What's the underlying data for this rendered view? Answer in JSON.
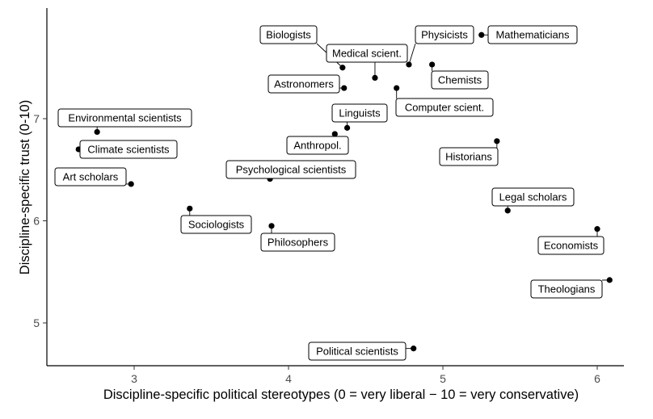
{
  "chart_data": {
    "type": "scatter",
    "title": "",
    "xlabel": "Discipline-specific political stereotypes (0 = very liberal − 10 = very conservative)",
    "ylabel": "Discipline-specific trust (0-10)",
    "xlim": [
      2.45,
      6.1
    ],
    "ylim": [
      4.6,
      7.99
    ],
    "xticks": [
      "3",
      "4",
      "5",
      "6"
    ],
    "yticks": [
      "5",
      "6",
      "7"
    ],
    "grid": false,
    "points": [
      {
        "label": "Biologists",
        "x": 4.35,
        "y": 7.5
      },
      {
        "label": "Physicists",
        "x": 4.78,
        "y": 7.53
      },
      {
        "label": "Mathematicians",
        "x": 5.25,
        "y": 7.82
      },
      {
        "label": "Medical scient.",
        "x": 4.56,
        "y": 7.4
      },
      {
        "label": "Chemists",
        "x": 4.93,
        "y": 7.53
      },
      {
        "label": "Astronomers",
        "x": 4.36,
        "y": 7.3
      },
      {
        "label": "Computer scient.",
        "x": 4.7,
        "y": 7.3
      },
      {
        "label": "Linguists",
        "x": 4.38,
        "y": 6.91
      },
      {
        "label": "Environmental scientists",
        "x": 2.76,
        "y": 6.87
      },
      {
        "label": "Anthropol.",
        "x": 4.3,
        "y": 6.85
      },
      {
        "label": "Historians",
        "x": 5.35,
        "y": 6.78
      },
      {
        "label": "Climate scientists",
        "x": 2.64,
        "y": 6.7
      },
      {
        "label": "Psychological scientists",
        "x": 3.88,
        "y": 6.41
      },
      {
        "label": "Art scholars",
        "x": 2.98,
        "y": 6.36
      },
      {
        "label": "Legal scholars",
        "x": 5.42,
        "y": 6.1
      },
      {
        "label": "Sociologists",
        "x": 3.36,
        "y": 6.12
      },
      {
        "label": "Philosophers",
        "x": 3.89,
        "y": 5.95
      },
      {
        "label": "Economists",
        "x": 6.0,
        "y": 5.92
      },
      {
        "label": "Theologians",
        "x": 6.08,
        "y": 5.42
      },
      {
        "label": "Political scientists",
        "x": 4.81,
        "y": 4.75
      }
    ]
  }
}
